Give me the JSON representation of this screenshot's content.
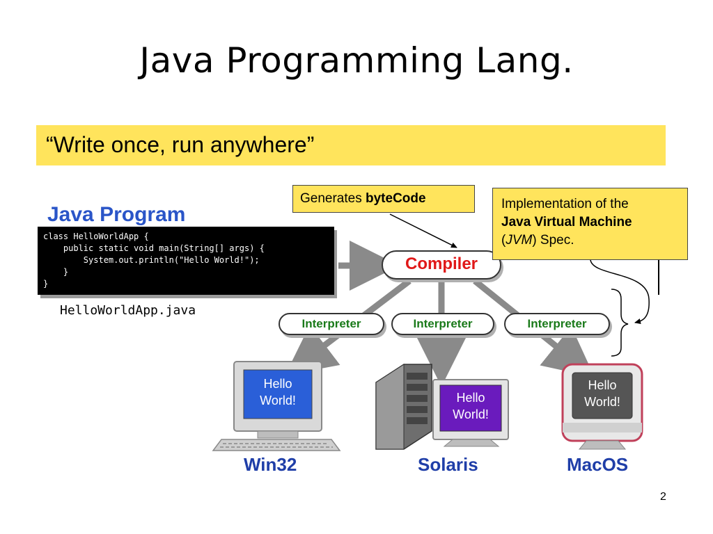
{
  "slide": {
    "title": "Java Programming Lang.",
    "page_number": "2"
  },
  "motto": "“Write once, run anywhere”",
  "program": {
    "label": "Java Program",
    "code_lines": [
      "class HelloWorldApp {",
      "    public static void main(String[] args) {",
      "        System.out.println(\"Hello World!\");",
      "    }",
      "}"
    ],
    "file_name": "HelloWorldApp.java"
  },
  "compiler": {
    "label": "Compiler"
  },
  "interpreters": [
    "Interpreter",
    "Interpreter",
    "Interpreter"
  ],
  "callouts": {
    "bytecode": {
      "prefix": "Generates ",
      "bold": "byteCode"
    },
    "jvm": {
      "line1": "Implementation of the",
      "line2_bold": "Java Virtual Machine",
      "line3_open": "(",
      "line3_italic": "JVM",
      "line3_rest": ") Spec."
    }
  },
  "platforms": [
    {
      "name": "Win32",
      "screen_line1": "Hello",
      "screen_line2": "World!"
    },
    {
      "name": "Solaris",
      "screen_line1": "Hello",
      "screen_line2": "World!"
    },
    {
      "name": "MacOS",
      "screen_line1": "Hello",
      "screen_line2": "World!"
    }
  ],
  "colors": {
    "highlight": "#ffe45c",
    "program_label": "#2a55c8",
    "compiler_text": "#e01818",
    "interpreter_text": "#1a7a1a",
    "platform_label": "#1f3ea8",
    "win_screen": "#2a5fd8",
    "solaris_screen": "#6a1bbd",
    "mac_screen": "#555555"
  }
}
